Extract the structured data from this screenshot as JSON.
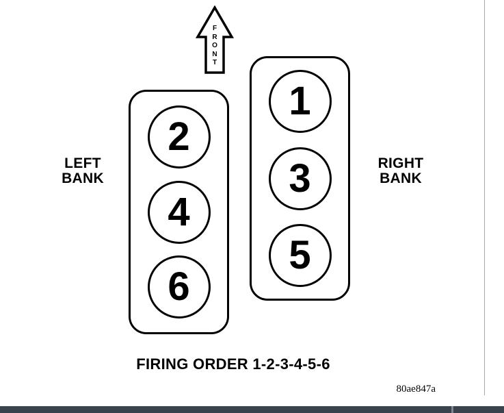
{
  "diagram": {
    "front_arrow_label": "FRONT",
    "left_bank": {
      "label": "LEFT\nBANK",
      "label_line1": "LEFT",
      "label_line2": "BANK",
      "cylinders": [
        "2",
        "4",
        "6"
      ]
    },
    "right_bank": {
      "label": "RIGHT\nBANK",
      "label_line1": "RIGHT",
      "label_line2": "BANK",
      "cylinders": [
        "1",
        "3",
        "5"
      ]
    },
    "caption": "FIRING ORDER 1-2-3-4-5-6",
    "figure_code": "80ae847a",
    "firing_order": [
      "1",
      "2",
      "3",
      "4",
      "5",
      "6"
    ]
  },
  "colors": {
    "line": "#000000",
    "background": "#ffffff",
    "bottom_bar": "#3a424e",
    "bottom_bar_separator": "#828893"
  }
}
